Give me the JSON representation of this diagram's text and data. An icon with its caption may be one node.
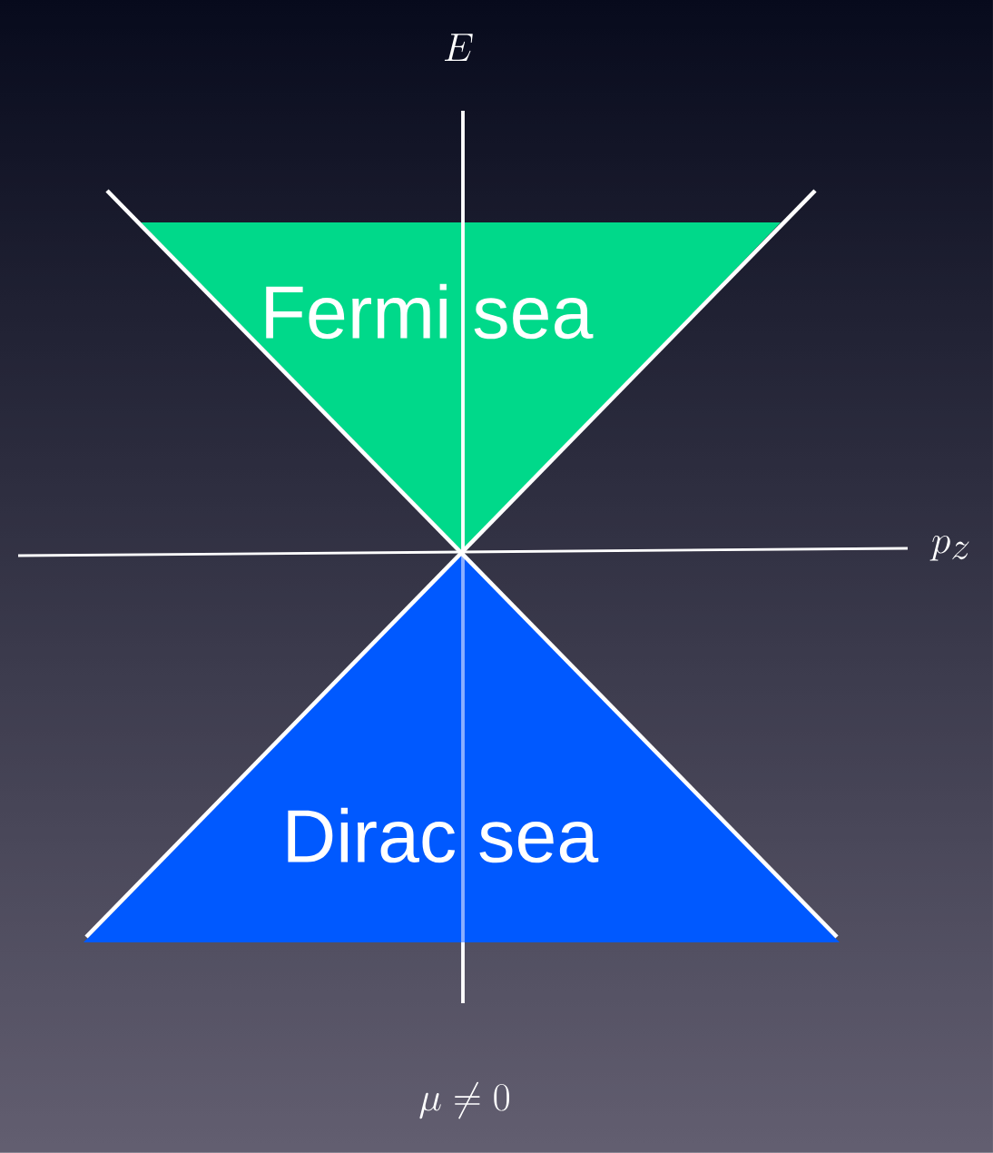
{
  "diagram": {
    "nodes": [
      {
        "text": [
          "Fermi sea"
        ]
      },
      {
        "text": [
          "Dirac sea"
        ]
      }
    ],
    "labels": [
      "E",
      "p_z",
      "\\mu\\neq 0"
    ]
  }
}
